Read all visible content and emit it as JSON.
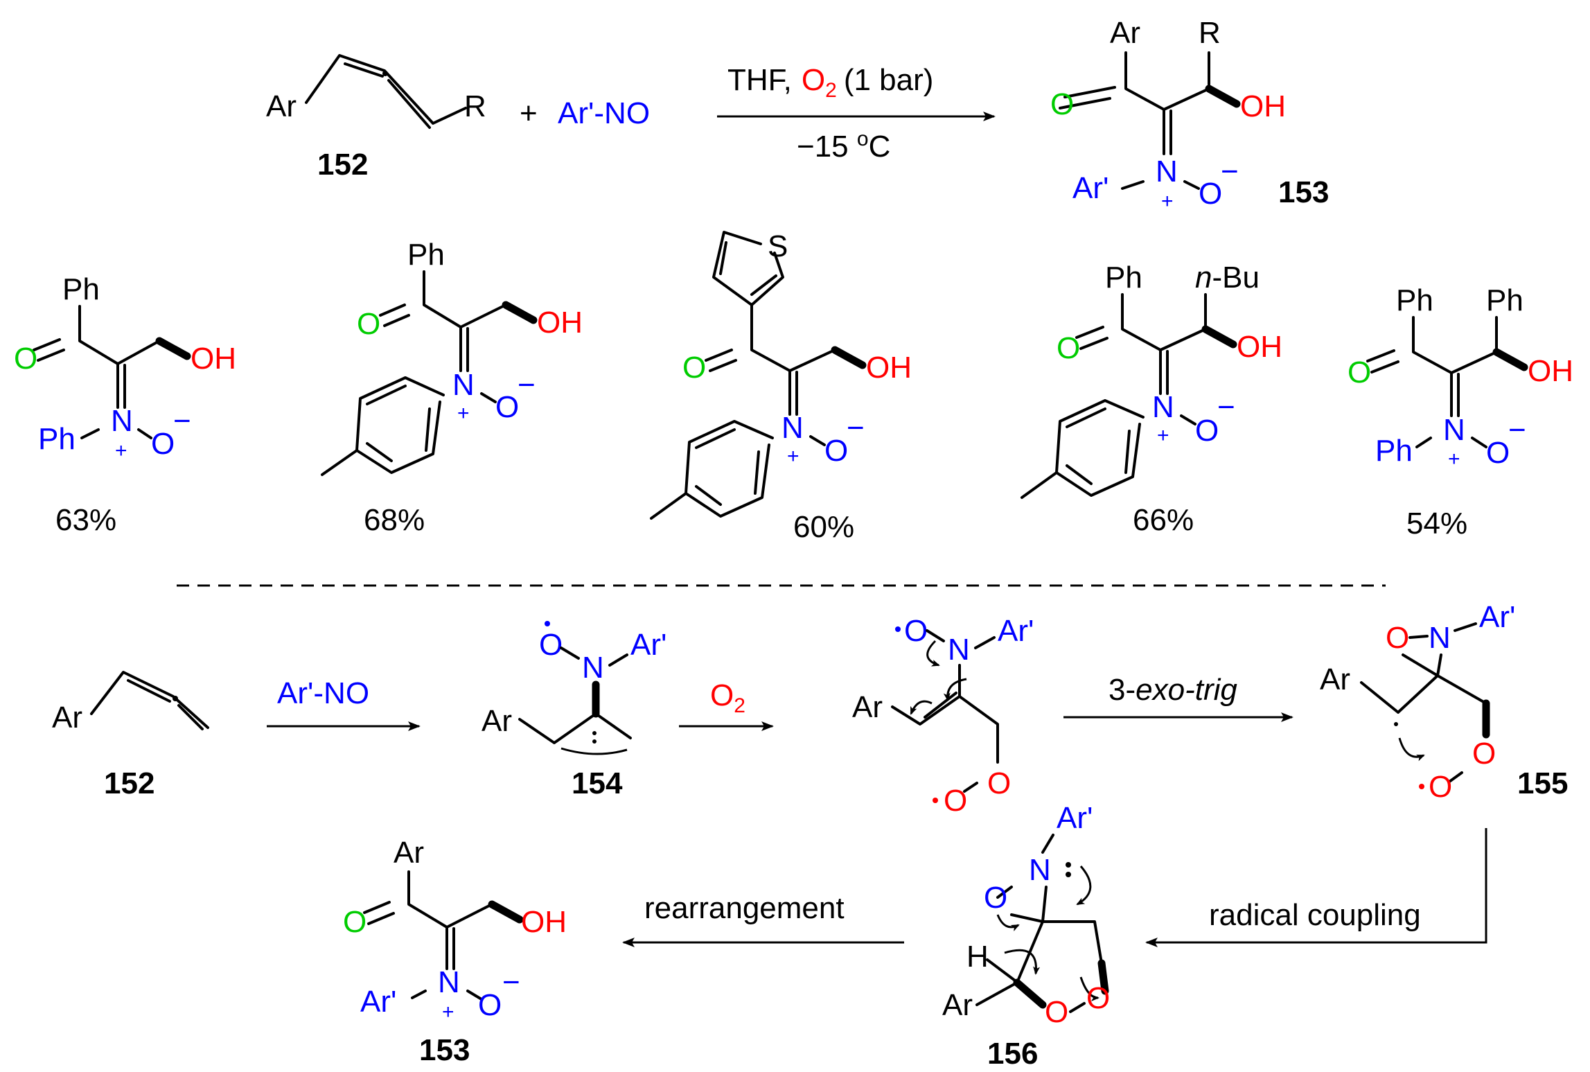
{
  "reaction": {
    "reactant_152": {
      "ar": "Ar",
      "r": "R",
      "number": "152"
    },
    "plus": "+",
    "nitroso": "Ar'-NO",
    "conditions_top_a": "THF,",
    "conditions_o2": "O",
    "conditions_o2_sub": "2",
    "conditions_top_b": "(1 bar)",
    "conditions_temp": "−15 ",
    "conditions_deg": "o",
    "conditions_temp_unit": "C",
    "product_153": {
      "ar": "Ar",
      "r": "R",
      "o": "O",
      "oh": "OH",
      "n": "N",
      "plus": "+",
      "ominus": "O",
      "minus": "−",
      "arp": "Ar'",
      "number": "153"
    }
  },
  "examples": [
    {
      "yield": "63%",
      "ph": "Ph",
      "o": "O",
      "oh": "OH",
      "n": "N",
      "plus": "+",
      "ominus": "O",
      "minus": "−",
      "arp": "Ph"
    },
    {
      "yield": "68%",
      "ph": "Ph",
      "o": "O",
      "oh": "OH",
      "n": "N",
      "plus": "+",
      "ominus": "O",
      "minus": "−"
    },
    {
      "yield": "60%",
      "s": "S",
      "o": "O",
      "oh": "OH",
      "n": "N",
      "plus": "+",
      "ominus": "O",
      "minus": "−"
    },
    {
      "yield": "66%",
      "ph": "Ph",
      "nbu_n": "n",
      "nbu_rest": "-Bu",
      "o": "O",
      "oh": "OH",
      "n": "N",
      "plus": "+",
      "ominus": "O",
      "minus": "−"
    },
    {
      "yield": "54%",
      "ph": "Ph",
      "ph2": "Ph",
      "o": "O",
      "oh": "OH",
      "n": "N",
      "plus": "+",
      "ominus": "O",
      "minus": "−",
      "arp": "Ph"
    }
  ],
  "mechanism": {
    "allene": {
      "ar": "Ar",
      "number": "152"
    },
    "arrow1_label": "Ar'-NO",
    "int154": {
      "o": "O",
      "n": "N",
      "arp": "Ar'",
      "ar": "Ar",
      "number": "154"
    },
    "arrow2_o": "O",
    "arrow2_sub": "2",
    "int_peroxy": {
      "o": "O",
      "n": "N",
      "arp": "Ar'",
      "ar": "Ar",
      "o1": "O",
      "o2": "O"
    },
    "arrow3_a": "3-",
    "arrow3_b": "exo-trig",
    "int155": {
      "o": "O",
      "n": "N",
      "arp": "Ar'",
      "ar": "Ar",
      "o1": "O",
      "o2": "O",
      "number": "155"
    },
    "arrow4_label": "radical coupling",
    "int156": {
      "arp": "Ar'",
      "n": "N",
      "o": "O",
      "h": "H",
      "ar": "Ar",
      "o1": "O",
      "o2": "O",
      "number": "156"
    },
    "arrow5_label": "rearrangement",
    "product_153": {
      "ar": "Ar",
      "o": "O",
      "oh": "OH",
      "n": "N",
      "plus": "+",
      "ominus": "O",
      "minus": "−",
      "arp": "Ar'",
      "number": "153"
    }
  },
  "colors": {
    "nitrogen_group": "#0000ff",
    "oxygen_red": "#ff0000",
    "carbonyl_green": "#00cc00"
  }
}
